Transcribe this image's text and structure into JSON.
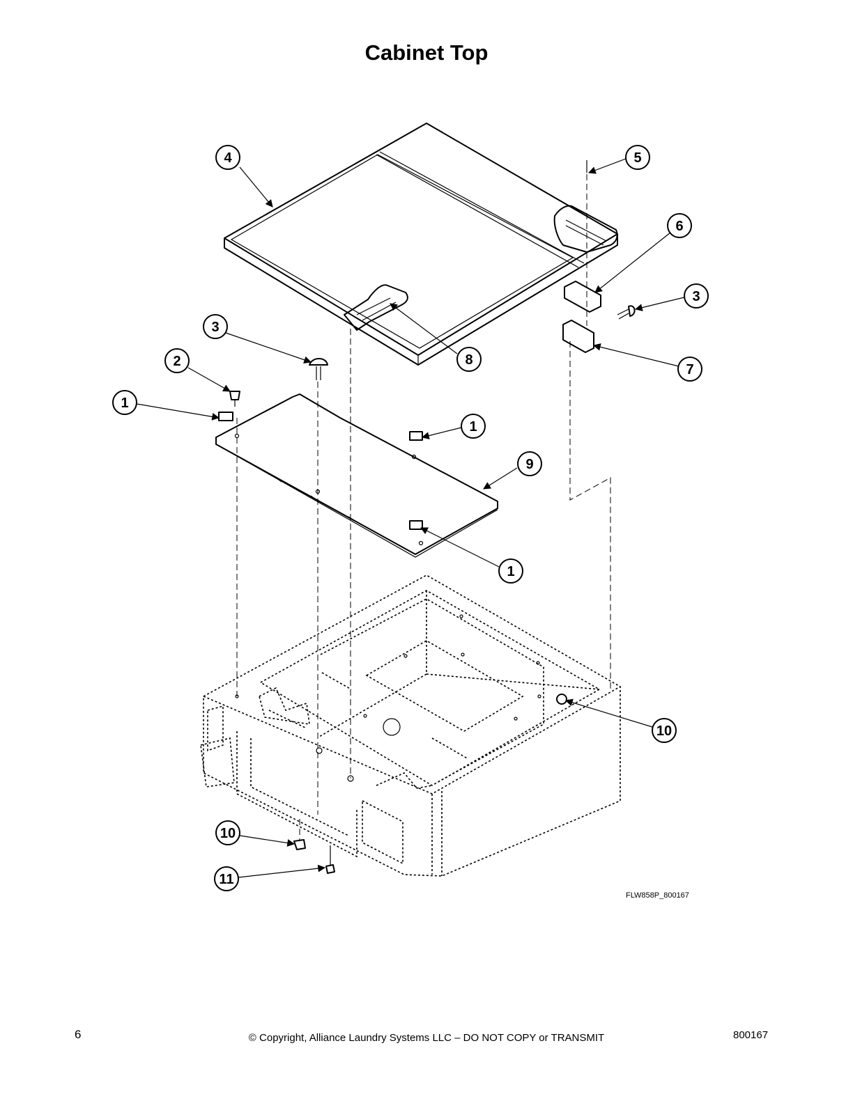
{
  "title": "Cabinet Top",
  "callouts": [
    "4",
    "5",
    "6",
    "3",
    "3",
    "2",
    "1",
    "1",
    "9",
    "1",
    "8",
    "7",
    "10",
    "10",
    "11"
  ],
  "drawing_code": "FLW858P_800167",
  "footer": {
    "page_number": "6",
    "copyright": "© Copyright, Alliance Laundry Systems LLC – DO NOT COPY or TRANSMIT",
    "document_number": "800167"
  }
}
